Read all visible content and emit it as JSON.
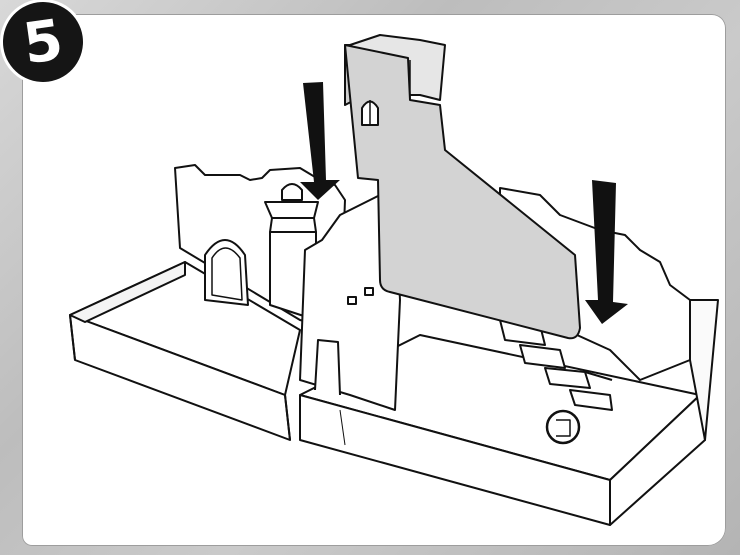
{
  "step": {
    "number": "5"
  },
  "colors": {
    "ink": "#111111",
    "panel": "#ffffff",
    "tower_fill": "#d3d3d3",
    "border_texture": "#c4c4c4"
  },
  "icons": {
    "step_badge": "circle-number",
    "arrows": "down-arrow",
    "callout": "circle-highlight"
  }
}
